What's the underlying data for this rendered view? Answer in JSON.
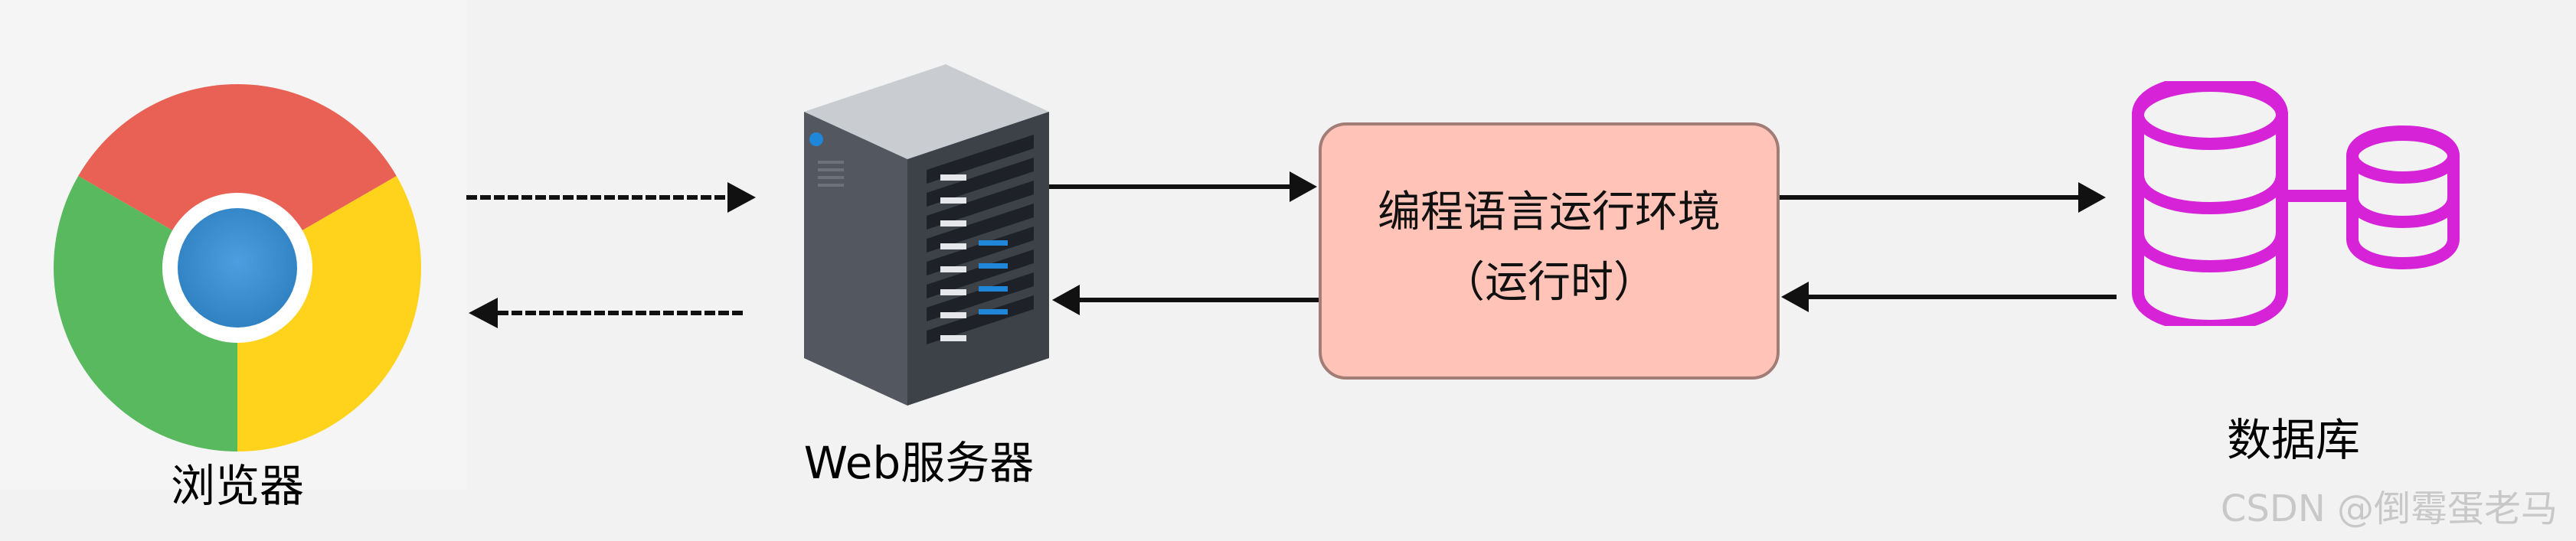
{
  "nodes": {
    "browser": {
      "label": "浏览器",
      "icon": "browser-icon"
    },
    "web_server": {
      "label": "Web服务器",
      "icon": "server-icon"
    },
    "runtime": {
      "line1": "编程语言运行环境",
      "line2": "（运行时）"
    },
    "database": {
      "label": "数据库",
      "icon": "database-icon"
    }
  },
  "watermark": "CSDN @倒霉蛋老马",
  "colors": {
    "background": "#f2f2f2",
    "runtime_fill": "#ffc4b7",
    "runtime_border": "#a17d75",
    "database_stroke": "#d623d8",
    "arrow": "#111111",
    "chrome_red": "#e96155",
    "chrome_yellow": "#ffd21b",
    "chrome_green": "#59b95f",
    "chrome_blue": "#3f8fd0"
  }
}
